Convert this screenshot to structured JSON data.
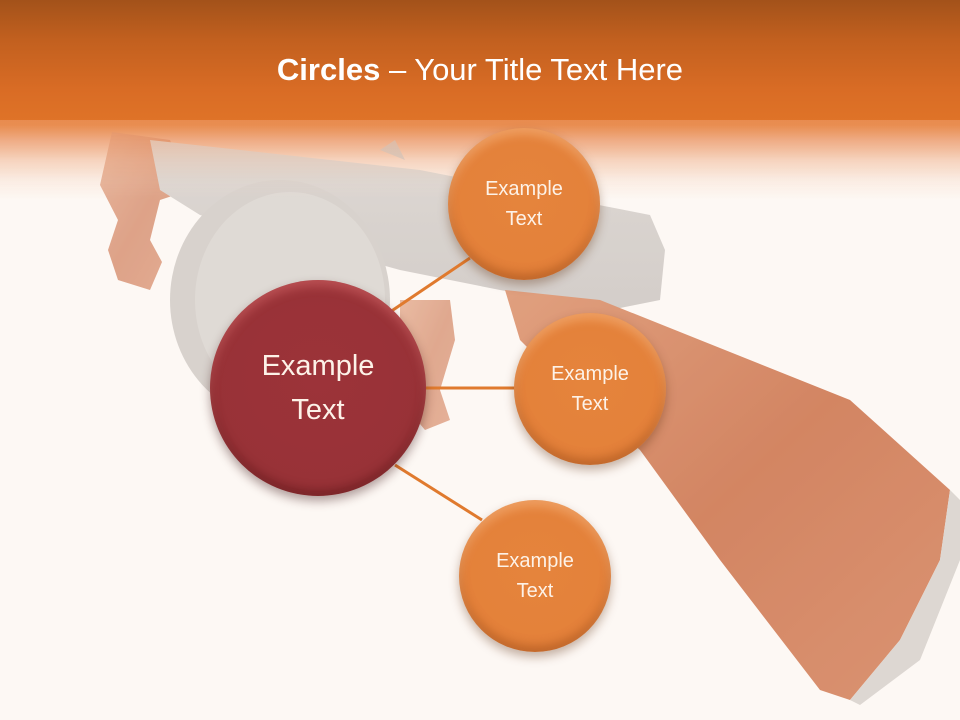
{
  "slide": {
    "title_bold": "Circles",
    "title_rest": " – Your Title Text Here",
    "background_color": "#fdf8f4",
    "header_gradient": [
      "#a3521a",
      "#e07428"
    ]
  },
  "diagram": {
    "center": {
      "label_line1": "Example",
      "label_line2": "Text",
      "color": "#9b3338"
    },
    "nodes": [
      {
        "label_line1": "Example",
        "label_line2": "Text",
        "color": "#e4813a"
      },
      {
        "label_line1": "Example",
        "label_line2": "Text",
        "color": "#e4813a"
      },
      {
        "label_line1": "Example",
        "label_line2": "Text",
        "color": "#e4813a"
      }
    ],
    "connector_color": "#e07a2e"
  },
  "background_image": {
    "subject": "tommy-gun",
    "opacity": "faded"
  }
}
